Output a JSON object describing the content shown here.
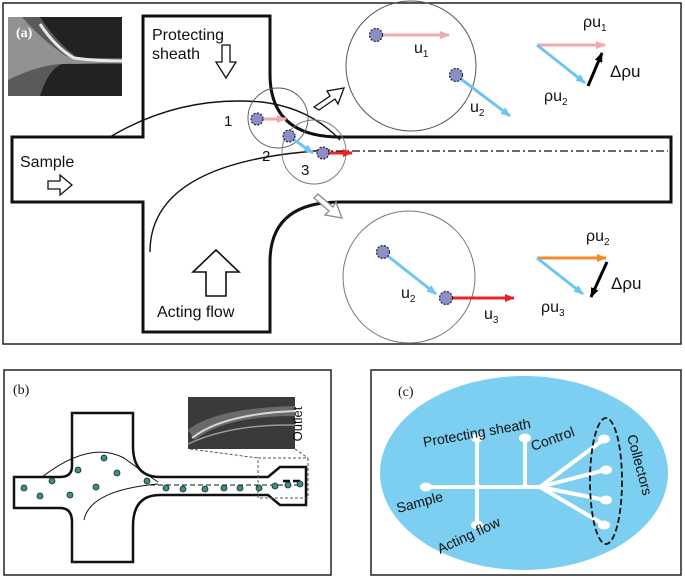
{
  "panel_a": {
    "panel_label": "(a)",
    "protecting_sheath": [
      "Protecting",
      "sheath"
    ],
    "sample": "Sample",
    "acting_flow": "Acting flow",
    "points": [
      "1",
      "2",
      "3"
    ],
    "u1": "u",
    "u1_sub": "1",
    "u2_top": "u",
    "u2_top_sub": "2",
    "u2_bottom": "u",
    "u2_bottom_sub": "2",
    "u3": "u",
    "u3_sub": "3",
    "rho_u1": "ρu",
    "rho_u1_sub": "1",
    "rho_u2_top": "ρu",
    "rho_u2_top_sub": "2",
    "delta_top": "Δρu",
    "rho_u2_bottom": "ρu",
    "rho_u2_bottom_sub": "2",
    "rho_u3": "ρu",
    "rho_u3_sub": "3",
    "delta_bottom": "Δρu"
  },
  "panel_b": {
    "panel_label": "(b)",
    "outlet": "Outlet"
  },
  "panel_c": {
    "panel_label": "(c)",
    "protecting_sheath": "Protecting sheath",
    "control": "Control",
    "collectors": "Collectors",
    "sample": "Sample",
    "acting_flow": "Acting flow"
  },
  "colors": {
    "pink_arrow": "#f2a7b3",
    "blue_arrow": "#6ec6ee",
    "red_arrow": "#e8242b",
    "orange_arrow": "#f58a2b",
    "particle_fill": "#8b8ec9",
    "chip_blue": "#7ccff0",
    "bead_green": "#3e8f80"
  }
}
